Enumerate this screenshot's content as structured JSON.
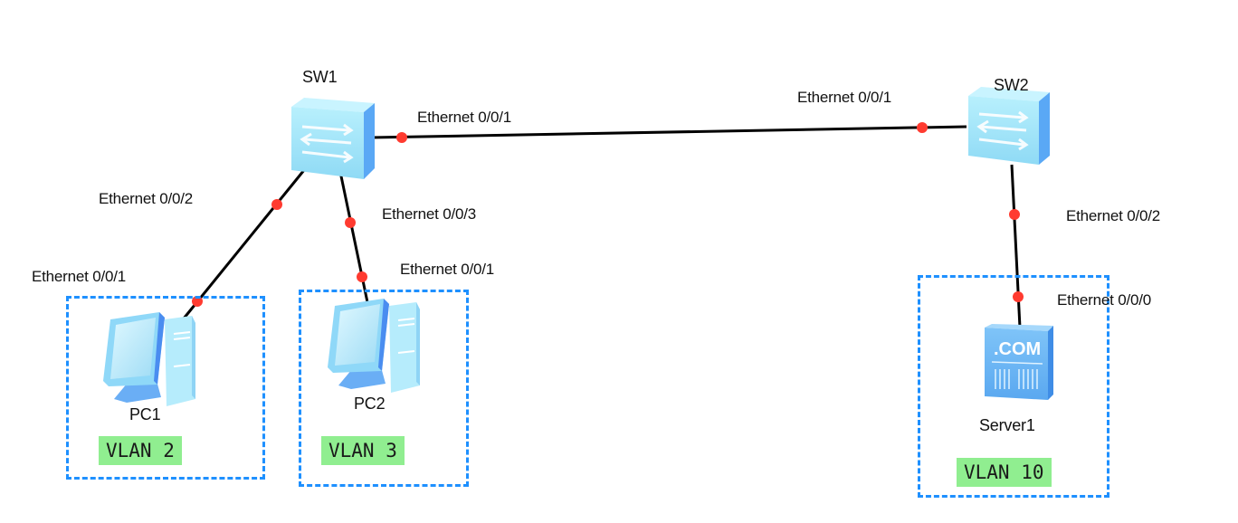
{
  "diagram": {
    "type": "network-topology",
    "devices": [
      {
        "id": "SW1",
        "label": "SW1",
        "kind": "switch-icon"
      },
      {
        "id": "SW2",
        "label": "SW2",
        "kind": "switch-icon"
      },
      {
        "id": "PC1",
        "label": "PC1",
        "kind": "pc-icon"
      },
      {
        "id": "PC2",
        "label": "PC2",
        "kind": "pc-icon"
      },
      {
        "id": "Server1",
        "label": "Server1",
        "kind": "server-icon",
        "badge": ".COM"
      }
    ],
    "links": [
      {
        "from": "SW1",
        "from_port": "Ethernet 0/0/1",
        "to": "SW2",
        "to_port": "Ethernet 0/0/1"
      },
      {
        "from": "SW1",
        "from_port": "Ethernet 0/0/2",
        "to": "PC1",
        "to_port": "Ethernet 0/0/1"
      },
      {
        "from": "SW1",
        "from_port": "Ethernet 0/0/3",
        "to": "PC2",
        "to_port": "Ethernet 0/0/1"
      },
      {
        "from": "SW2",
        "from_port": "Ethernet 0/0/2",
        "to": "Server1",
        "to_port": "Ethernet 0/0/0"
      }
    ],
    "vlans": [
      {
        "label": "VLAN 2",
        "member": "PC1"
      },
      {
        "label": "VLAN 3",
        "member": "PC2"
      },
      {
        "label": "VLAN 10",
        "member": "Server1"
      }
    ],
    "colors": {
      "link": "#000000",
      "port_dot": "#ff3b30",
      "vlan_box_border": "#1e90ff",
      "vlan_tag_bg": "#90ee90",
      "device_body": "#9fe3fb",
      "device_side": "#5aa8f5"
    }
  }
}
